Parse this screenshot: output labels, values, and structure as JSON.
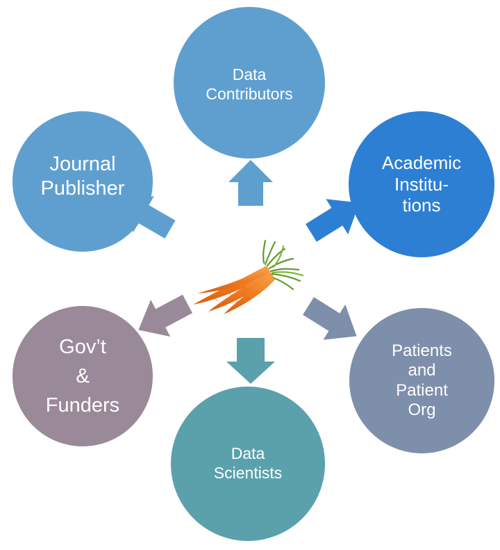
{
  "nodes": {
    "data_contributors": {
      "lines": [
        "Data",
        "Contributors"
      ],
      "color": "#5f9fd0"
    },
    "journal_publisher": {
      "lines": [
        "Journal",
        "Publisher"
      ],
      "color": "#5f9fd0"
    },
    "academic_institutions": {
      "lines": [
        "Academic",
        "Institu-",
        "tions"
      ],
      "color": "#2d7fd4"
    },
    "govt_funders": {
      "lines": [
        "Gov’t",
        "&",
        "Funders"
      ],
      "color": "#9a8a99"
    },
    "patients": {
      "lines": [
        "Patients",
        "and",
        "Patient",
        "Org"
      ],
      "color": "#7e8fab"
    },
    "data_scientists": {
      "lines": [
        "Data",
        "Scientists"
      ],
      "color": "#5aa1ac"
    }
  },
  "center": {
    "image": "carrot-bunch"
  }
}
